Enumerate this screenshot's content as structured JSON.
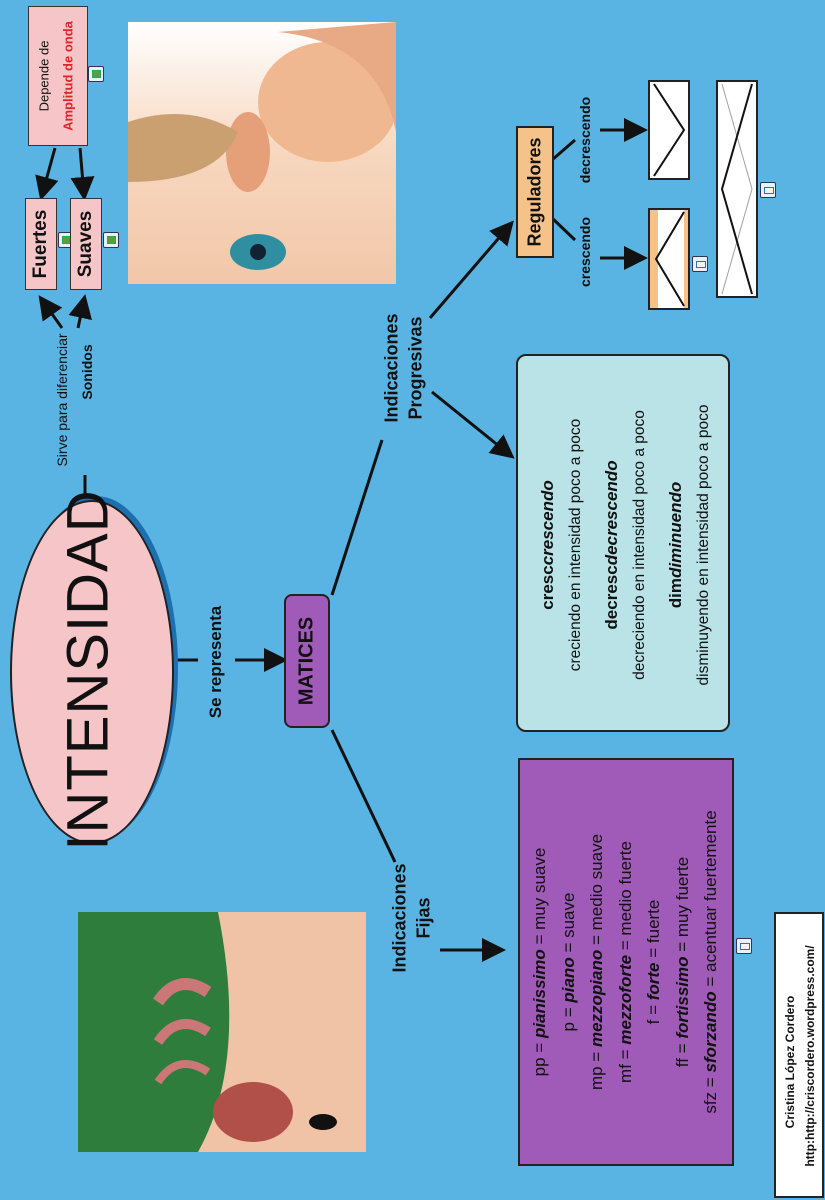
{
  "title": "INTENSIDAD",
  "top_branch": {
    "line1": "Sirve para diferenciar",
    "line2": "Sonidos"
  },
  "amplitude": {
    "line1": "Depende de",
    "line2": "Amplitud de onda"
  },
  "fuertes": "Fuertes",
  "suaves": "Suaves",
  "se_representa": "Se representa",
  "matices": "MATICES",
  "fijas": {
    "line1": "Indicaciones",
    "line2": "Fijas"
  },
  "progresivas": {
    "line1": "Indicaciones",
    "line2": "Progresivas"
  },
  "reguladores": "Reguladores",
  "crescendo_label": "crescendo",
  "decrescendo_label": "decrescendo",
  "fijas_list": [
    {
      "abbr": "pp = ",
      "term": "pianissimo",
      "meaning": " = muy suave"
    },
    {
      "abbr": "p = ",
      "term": "piano",
      "meaning": " = suave"
    },
    {
      "abbr": "mp = ",
      "term": "mezzopiano",
      "meaning": " = medio suave"
    },
    {
      "abbr": "mf = ",
      "term": "mezzoforte",
      "meaning": " = medio fuerte"
    },
    {
      "abbr": "f = ",
      "term": "forte",
      "meaning": " = fuerte"
    },
    {
      "abbr": "ff = ",
      "term": "fortissimo",
      "meaning": " = muy fuerte"
    },
    {
      "abbr": "sfz = ",
      "term": "sforzando",
      "meaning": " = acentuar fuertemente"
    }
  ],
  "progresivas_list": [
    {
      "head_abbr": "cresc",
      "head_term": "crescendo",
      "desc": "creciendo en intensidad poco a poco"
    },
    {
      "head_abbr": "decresc",
      "head_term": "decrescendo",
      "desc": "decreciendo en intensidad poco a poco"
    },
    {
      "head_abbr": "dim",
      "head_term": "diminuendo",
      "desc": "disminuyendo en intensidad poco a poco"
    }
  ],
  "credit": {
    "name": "Cristina López Cordero",
    "url": "http:http://criscordero.wordpress.com/"
  },
  "colors": {
    "background": "#5ab4e3",
    "ellipse": "#f6c5c8",
    "matices": "#a05ab7",
    "fijas_box": "#a05ab7",
    "progresivas_box": "#b9e3e6",
    "reguladores": "#f5c28a",
    "amplitude_highlight": "#e0242a"
  }
}
